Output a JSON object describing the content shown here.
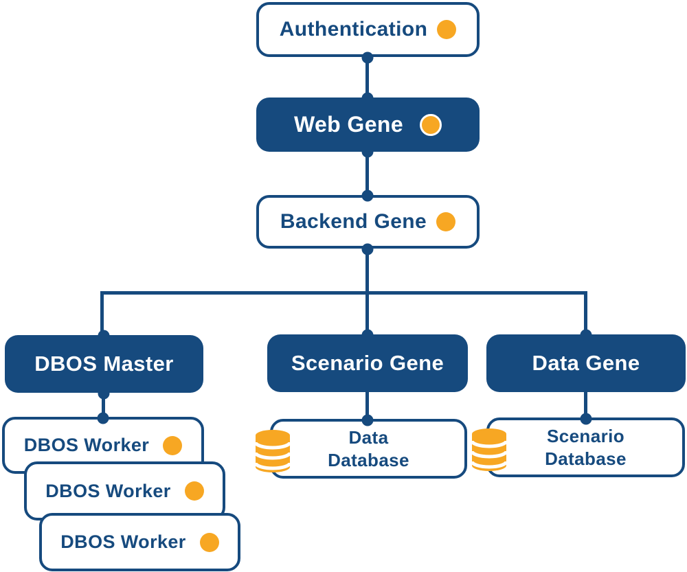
{
  "diagram": {
    "nodes": {
      "authentication": {
        "label": "Authentication",
        "status_icon": "orange-dot",
        "style": "outlined"
      },
      "web_gene": {
        "label": "Web Gene",
        "status_icon": "orange-dot-white-ring",
        "style": "filled"
      },
      "backend_gene": {
        "label": "Backend Gene",
        "status_icon": "orange-dot",
        "style": "outlined"
      },
      "dbos_master": {
        "label": "DBOS Master",
        "style": "filled"
      },
      "scenario_gene": {
        "label": "Scenario Gene",
        "style": "filled"
      },
      "data_gene": {
        "label": "Data Gene",
        "style": "filled"
      },
      "dbos_workers": [
        {
          "label": "DBOS Worker",
          "status_icon": "orange-dot"
        },
        {
          "label": "DBOS Worker",
          "status_icon": "orange-dot"
        },
        {
          "label": "DBOS Worker",
          "status_icon": "orange-dot"
        }
      ],
      "data_database": {
        "label_line1": "Data",
        "label_line2": "Database",
        "icon": "database-cylinder-icon"
      },
      "scenario_database": {
        "label_line1": "Scenario",
        "label_line2": "Database",
        "icon": "database-cylinder-icon"
      }
    },
    "edges": [
      {
        "from": "authentication",
        "to": "web_gene"
      },
      {
        "from": "web_gene",
        "to": "backend_gene"
      },
      {
        "from": "backend_gene",
        "to": "dbos_master"
      },
      {
        "from": "backend_gene",
        "to": "scenario_gene"
      },
      {
        "from": "backend_gene",
        "to": "data_gene"
      },
      {
        "from": "dbos_master",
        "to": "dbos_workers"
      },
      {
        "from": "scenario_gene",
        "to": "data_database"
      },
      {
        "from": "data_gene",
        "to": "scenario_database"
      }
    ],
    "colors": {
      "primary_blue": "#164A7E",
      "accent_orange": "#F7A723",
      "background": "#FFFFFF"
    }
  }
}
